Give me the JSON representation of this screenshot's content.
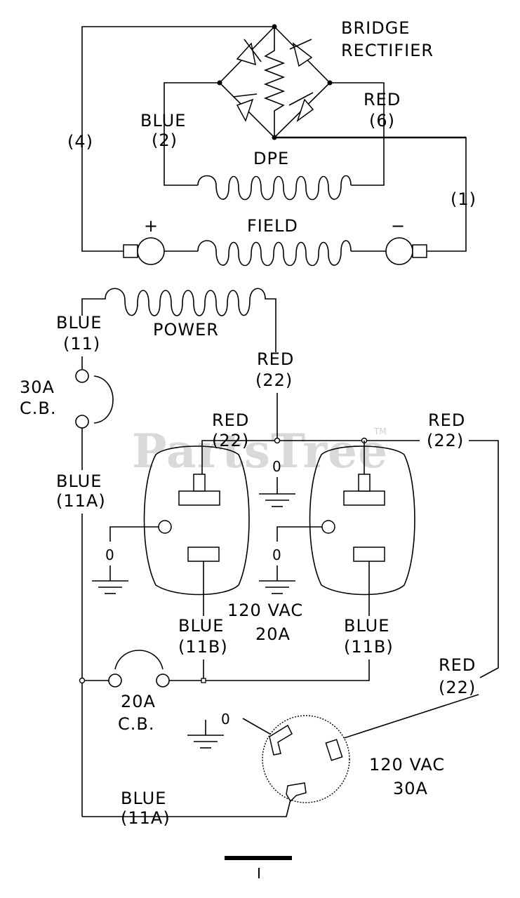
{
  "watermark": {
    "text": "PartsTree",
    "trademark": "TM"
  },
  "labels": {
    "bridge_rectifier": [
      "BRIDGE",
      "RECTIFIER"
    ],
    "wire_4": "(4)",
    "blue_2": [
      "BLUE",
      "(2)"
    ],
    "red_6": [
      "RED",
      "(6)"
    ],
    "dpe": "DPE",
    "wire_1": "(1)",
    "field": "FIELD",
    "plus": "+",
    "minus": "−",
    "power": "POWER",
    "blue_11": [
      "BLUE",
      "(11)"
    ],
    "cb_30a": [
      "30A",
      "C.B."
    ],
    "red_22_top": [
      "RED",
      "(22)"
    ],
    "red_22_mid": [
      "RED",
      "(22)"
    ],
    "red_22_right": [
      "RED",
      "(22)"
    ],
    "blue_11a_left": [
      "BLUE",
      "(11A)"
    ],
    "ground_zero": "0",
    "blue_11b_left": [
      "BLUE",
      "(11B)"
    ],
    "blue_11b_right": [
      "BLUE",
      "(11B)"
    ],
    "vac_120_20a": [
      "120  VAC",
      "20A"
    ],
    "red_22_lower": [
      "RED",
      "(22)"
    ],
    "cb_20a": [
      "20A",
      "C.B."
    ],
    "vac_120_30a": [
      "120  VAC",
      "30A"
    ],
    "blue_11a_bottom": [
      "BLUE",
      "(11A)"
    ],
    "footer_mark": "I"
  }
}
